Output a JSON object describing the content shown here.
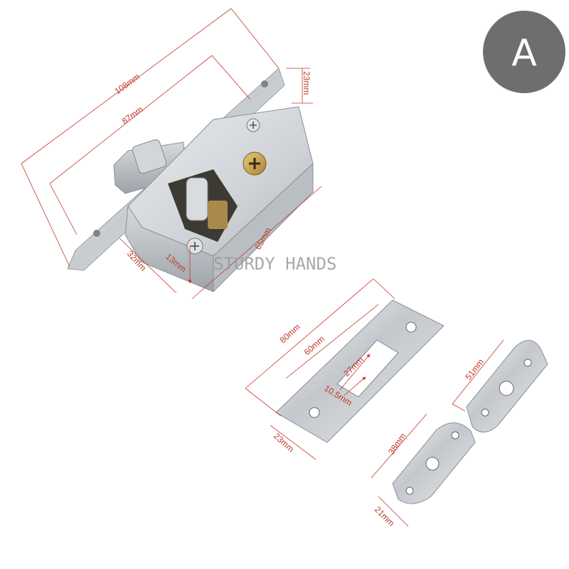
{
  "badge": {
    "letter": "A",
    "color": "#6e6e6e"
  },
  "watermark": "STURDY HANDS",
  "lock_body": {
    "dimensions": {
      "total_length": "108mm",
      "face_length": "87mm",
      "face_width": "23mm",
      "body_height": "65mm",
      "backset": "32mm",
      "face_offset": "13mm"
    }
  },
  "strike_plate": {
    "dimensions": {
      "length": "80mm",
      "hole_spacing": "60mm",
      "slot_length": "27mm",
      "slot_width": "10.5mm",
      "width": "23mm"
    }
  },
  "large_plate": {
    "dimensions": {
      "length": "51mm"
    }
  },
  "small_plate": {
    "dimensions": {
      "length": "38mm",
      "width": "21mm"
    }
  },
  "colors": {
    "dimension_line": "#c0392b",
    "steel": "#c9ccd0"
  }
}
